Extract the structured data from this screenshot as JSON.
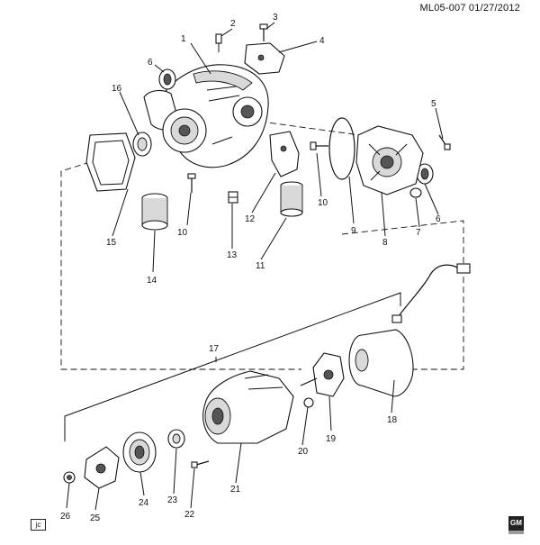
{
  "header": {
    "code": "ML05-007  01/27/2012"
  },
  "footer": {
    "tag": "jc",
    "logo": "GM"
  },
  "callouts": {
    "c1": "1",
    "c2": "2",
    "c3": "3",
    "c4": "4",
    "c5": "5",
    "c6a": "6",
    "c6b": "6",
    "c7": "7",
    "c8": "8",
    "c9": "9",
    "c10a": "10",
    "c10b": "10",
    "c11": "11",
    "c12": "12",
    "c13": "13",
    "c14": "14",
    "c15": "15",
    "c16": "16",
    "c17": "17",
    "c18": "18",
    "c19": "19",
    "c20": "20",
    "c21": "21",
    "c22": "22",
    "c23": "23",
    "c24": "24",
    "c25": "25",
    "c26": "26"
  }
}
